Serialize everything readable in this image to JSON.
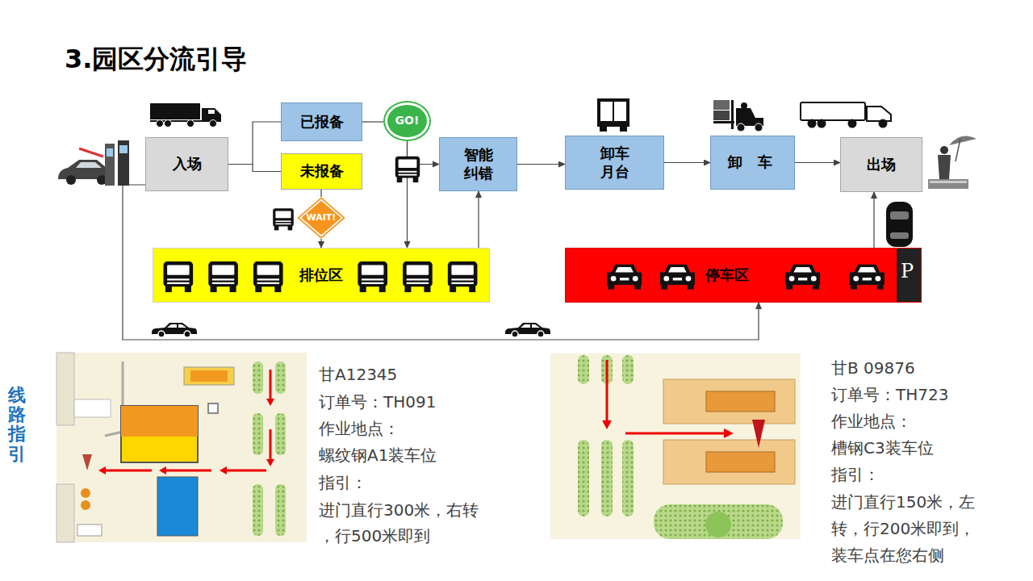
{
  "diagram": {
    "title": "3.园区分流引导",
    "nodes": [
      {
        "text": [
          "入场"
        ]
      },
      {
        "text": [
          "已报备"
        ]
      },
      {
        "text": [
          "未报备"
        ]
      },
      {
        "text": [
          "GO!"
        ]
      },
      {
        "text": [
          "WAIT!"
        ]
      },
      {
        "text": [
          "智能 纠错"
        ]
      },
      {
        "text": [
          "卸车 月台"
        ]
      },
      {
        "text": [
          "卸 车"
        ]
      },
      {
        "text": [
          "出场"
        ]
      },
      {
        "text": [
          "排位区"
        ]
      },
      {
        "text": [
          "停车区"
        ]
      }
    ],
    "edges": [
      {
        "from": 0,
        "to": 1,
        "arrow": "none"
      },
      {
        "from": 0,
        "to": 2,
        "arrow": "none"
      },
      {
        "from": 1,
        "to": 3,
        "arrow": "none"
      },
      {
        "from": 3,
        "to": 5,
        "arrow": "to"
      },
      {
        "from": 3,
        "to": 9,
        "arrow": "to"
      },
      {
        "from": 2,
        "to": 4,
        "arrow": "none"
      },
      {
        "from": 4,
        "to": 9,
        "arrow": "to"
      },
      {
        "from": 9,
        "to": 5,
        "arrow": "to"
      },
      {
        "from": 5,
        "to": 6,
        "arrow": "to"
      },
      {
        "from": 6,
        "to": 7,
        "arrow": "to"
      },
      {
        "from": 7,
        "to": 8,
        "arrow": "to"
      },
      {
        "from": 10,
        "to": 8,
        "arrow": "to"
      },
      {
        "from": 0,
        "to": 10,
        "arrow": "to"
      }
    ],
    "labels": [
      "线路指引",
      "甘A12345",
      "订单号：TH091",
      "作业地点：",
      "螺纹钢A1装车位",
      "指引：",
      "进门直行300米，右转",
      "，行500米即到",
      "甘B 09876",
      "订单号：TH723",
      "作业地点：",
      "槽钢C3装车位",
      "指引：",
      "进门直行150米，左",
      "转，行200米即到，",
      "装车点在您右侧",
      "P"
    ]
  }
}
